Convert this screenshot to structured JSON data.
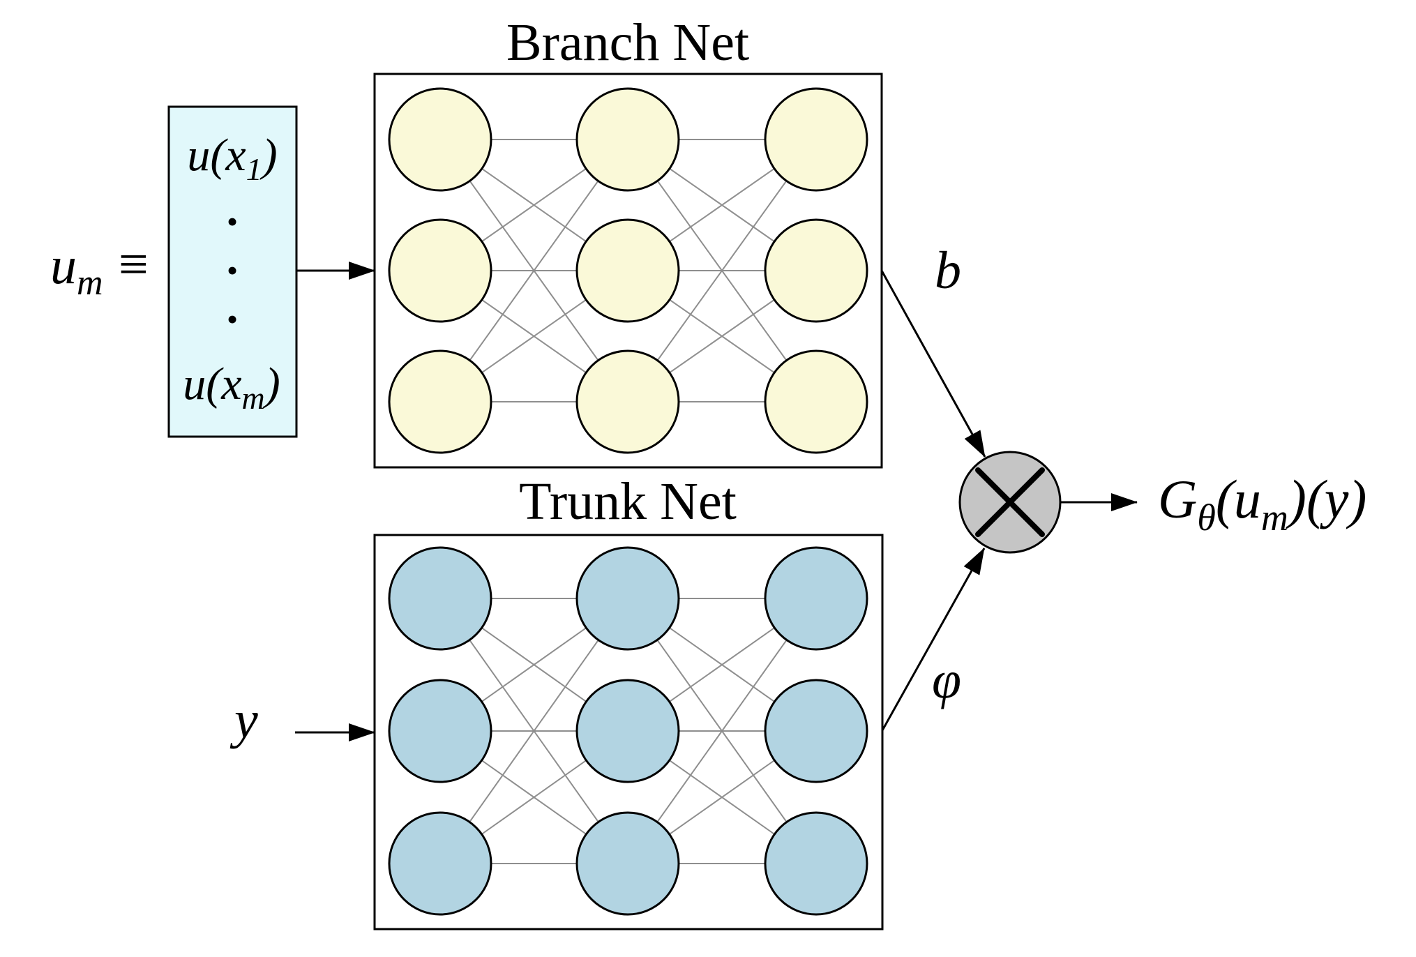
{
  "diagram": {
    "title_branch": "Branch Net",
    "title_trunk": "Trunk Net",
    "input_function": {
      "base": "u",
      "sub": "m",
      "equiv": "≡"
    },
    "input_vector": {
      "first": {
        "pre": "u(x",
        "sub": "1",
        "post": ")"
      },
      "dot": "•",
      "last": {
        "pre": "u(x",
        "sub": "m",
        "post": ")"
      }
    },
    "trunk_input_label": "y",
    "branch_output_label": "b",
    "trunk_output_label": "φ",
    "output_expression": {
      "g": "G",
      "g_sub": "θ",
      "mid": "(u",
      "mid_sub": "m",
      "tail": ")(y)"
    },
    "nets": {
      "branch": {
        "layers": 3,
        "nodes_per_layer": 3
      },
      "trunk": {
        "layers": 3,
        "nodes_per_layer": 3
      }
    },
    "colors": {
      "branch_node": "#FAF9D8",
      "trunk_node": "#B2D4E2",
      "input_box": "#E1F8FB",
      "multiply_node": "#C5C5C5",
      "edge": "#8E8E8E"
    }
  }
}
